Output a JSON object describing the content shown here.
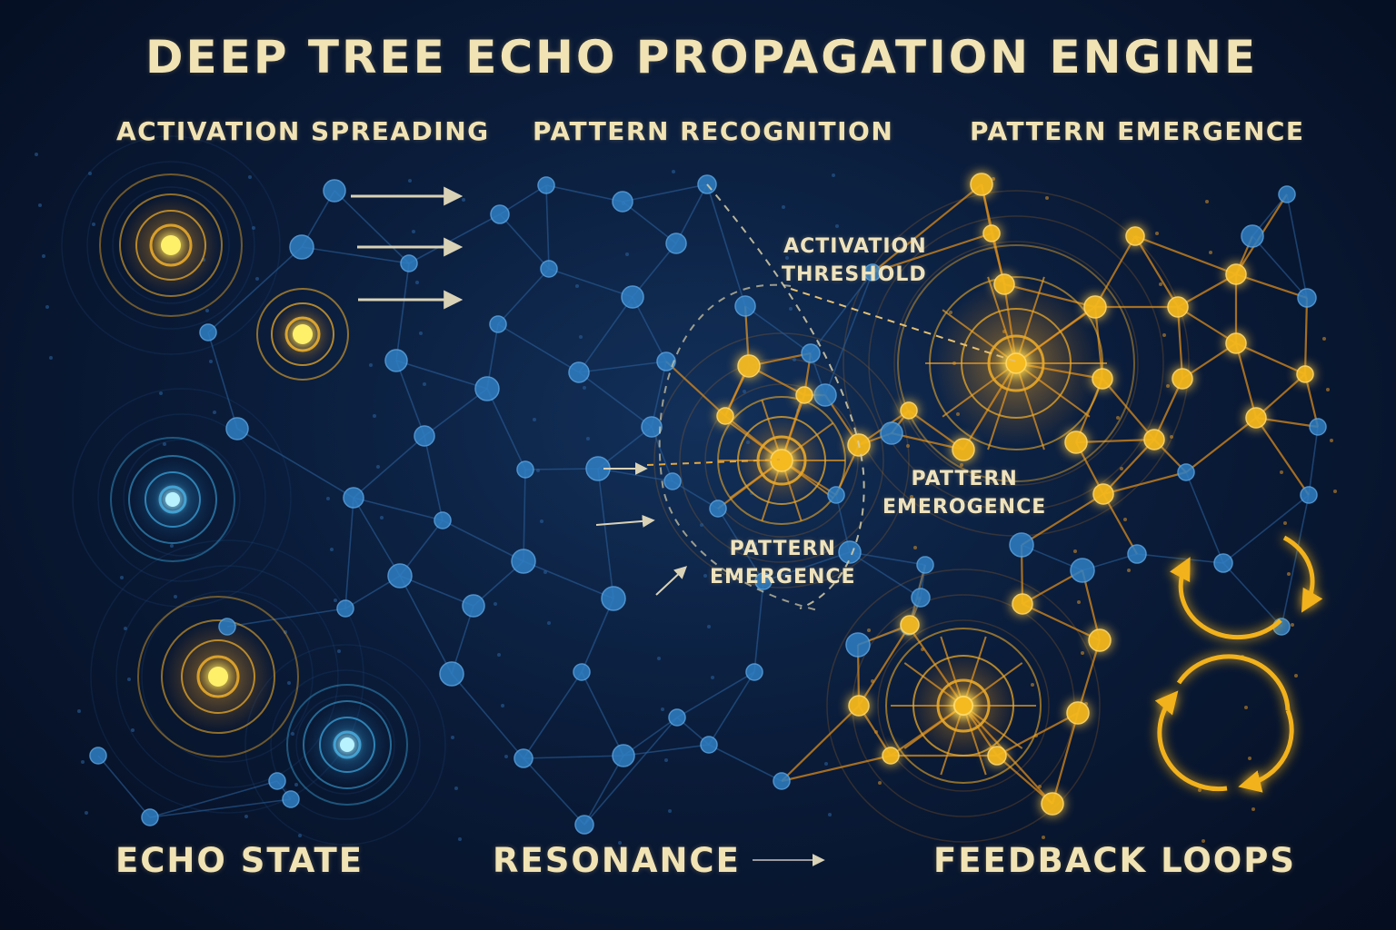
{
  "title": "DEEP TREE ECHO PROPAGATION ENGINE",
  "sections": {
    "activation_spreading": "ACTIVATION SPREADING",
    "pattern_recognition": "PATTERN RECOGNITION",
    "pattern_emergence": "PATTERN EMERGENCE"
  },
  "annotations": {
    "threshold_line1": "ACTIVATION",
    "threshold_line2": "THRESHOLD",
    "emergence_a_line1": "PATTERN",
    "emergence_a_line2": "EMEROGENCE",
    "emergence_b_line1": "PATTERN",
    "emergence_b_line2": "EMERGENCE"
  },
  "bottom": {
    "echo_state": "ECHO STATE",
    "resonance": "RESONANCE",
    "feedback_loops": "FEEDBACK LOOPS"
  },
  "colors": {
    "background": "#07132a",
    "blue_node": "#2f7fc4",
    "blue_edge": "#2a5f99",
    "gold_node": "#f5b81c",
    "gold_edge": "#d88a1c",
    "text": "#f1e3b4"
  },
  "icons": [
    "arrow-right-icon",
    "cycle-arrows-icon"
  ]
}
